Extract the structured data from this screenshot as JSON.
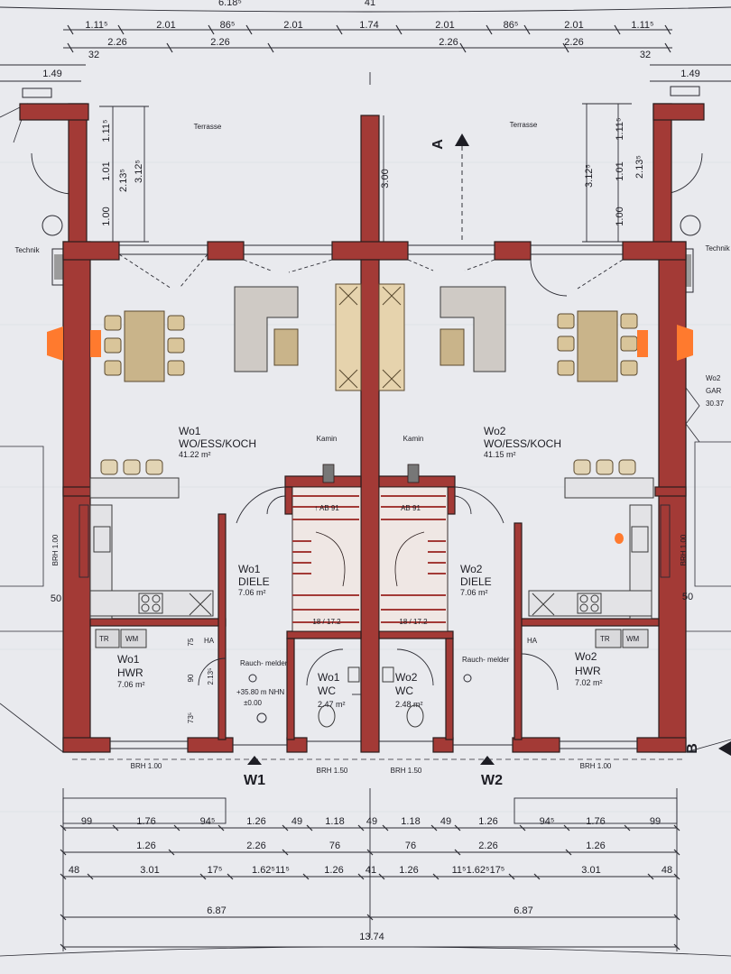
{
  "drawing": {
    "colors": {
      "paper": "#e9eaee",
      "wall_fill": "#a33a36",
      "wall_stroke": "#2a1d1d",
      "dim_line": "#2b2b33",
      "furniture": "#c9b48a",
      "sofa": "#cfcac5",
      "marker": "#ff7a2e"
    },
    "top_dims": {
      "row_a": [
        "1.11⁵",
        "2.01",
        "86⁵",
        "2.01",
        "1.74",
        "2.01",
        "86⁵",
        "2.01",
        "1.11⁵"
      ],
      "row_b": [
        "2.26",
        "2.26",
        "2.26",
        "2.26"
      ],
      "partial_top": [
        "6.18⁵",
        "41"
      ],
      "left_small": [
        "32",
        "1.49"
      ],
      "right_small": [
        "32",
        "1.49"
      ]
    },
    "terrace_labels": [
      "Terrasse",
      "Terrasse"
    ],
    "vertical_dims": {
      "left": [
        "1.11⁵",
        "1.01",
        "2.13⁵",
        "3.12⁵",
        "1.00"
      ],
      "right": [
        "1.11⁵",
        "3.12⁵",
        "1.01",
        "2.13⁵",
        "1.00"
      ],
      "center": "3.00",
      "hwr_left": [
        "75",
        "90",
        "2.13⁵",
        "73⁵"
      ]
    },
    "section_marks": {
      "a": "A",
      "b": "B"
    },
    "technik": [
      "Technik",
      "Technik"
    ],
    "units": [
      {
        "id": "Wo1",
        "living_name": "WO/ESS/KOCH",
        "living_area": "41.22 m²",
        "diele_name": "DIELE",
        "diele_area": "7.06 m²",
        "hwr_name": "HWR",
        "hwr_area": "7.06 m²",
        "wc_name": "WC",
        "wc_area": "2.47 m²"
      },
      {
        "id": "Wo2",
        "living_name": "WO/ESS/KOCH",
        "living_area": "41.15 m²",
        "diele_name": "DIELE",
        "diele_area": "7.06 m²",
        "hwr_name": "HWR",
        "hwr_area": "7.02 m²",
        "wc_name": "WC",
        "wc_area": "2.48 m²"
      }
    ],
    "kamin": [
      "Kamin",
      "Kamin"
    ],
    "stair_labels": [
      "↑ AB 91",
      "AB 91",
      "18 / 17.2",
      "18 / 17.2"
    ],
    "garage": {
      "id": "Wo2",
      "name": "GAR",
      "area": "30.37"
    },
    "tr_wm": [
      "TR",
      "WM",
      "TR",
      "WM"
    ],
    "ha": [
      "HA",
      "HA"
    ],
    "rauchmelder": [
      "Rauch- melder",
      "Rauch- melder"
    ],
    "level": [
      "+35.80 m NHN",
      "±0.00"
    ],
    "brh": [
      "BRH 1.00",
      "BRH 1.00",
      "BRH 1.00",
      "BRH 1.50",
      "BRH 1.50",
      "BRH 1.00"
    ],
    "side_dims": [
      "50",
      "50"
    ],
    "entries": [
      "W1",
      "W2"
    ],
    "bottom_dims": {
      "row1": [
        "99",
        "1.76",
        "94⁵",
        "1.26",
        "49",
        "1.18",
        "49",
        "1.18",
        "49",
        "1.26",
        "94⁵",
        "1.76",
        "99"
      ],
      "row2": [
        "1.26",
        "2.26",
        "76",
        "76",
        "2.26",
        "1.26"
      ],
      "row3": [
        "48",
        "3.01",
        "17⁵",
        "1.62⁵11⁵",
        "1.26",
        "41",
        "1.26",
        "11⁵1.62⁵17⁵",
        "3.01",
        "48"
      ],
      "row4": [
        "6.87",
        "6.87"
      ],
      "row5": [
        "13.74"
      ]
    }
  }
}
